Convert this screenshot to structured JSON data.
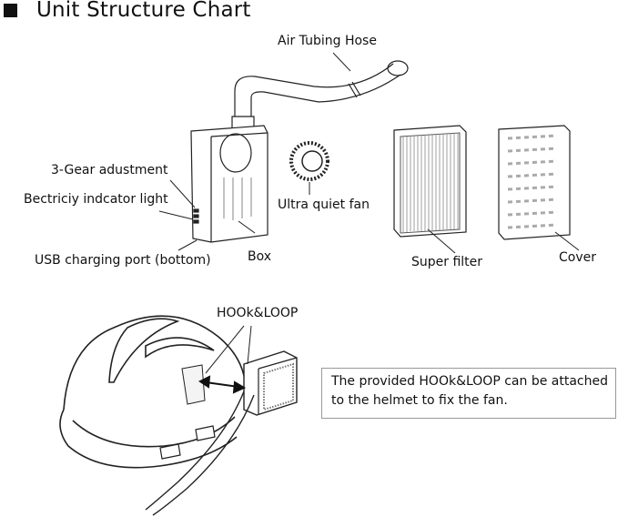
{
  "title": "Unit Structure Chart",
  "labels": {
    "air_tubing_hose": "Air Tubing Hose",
    "gear_adjustment": "3-Gear adustment",
    "indicator_light": "Bectriciy indcator light",
    "usb_port": "USB charging port (bottom)",
    "box": "Box",
    "fan": "Ultra quiet fan",
    "super_filter": "Super filter",
    "cover": "Cover",
    "hook_loop": "HOOk&LOOP"
  },
  "note": {
    "line1": "The provided HOOk&LOOP can be attached",
    "line2": "to the helmet to fix the fan."
  }
}
